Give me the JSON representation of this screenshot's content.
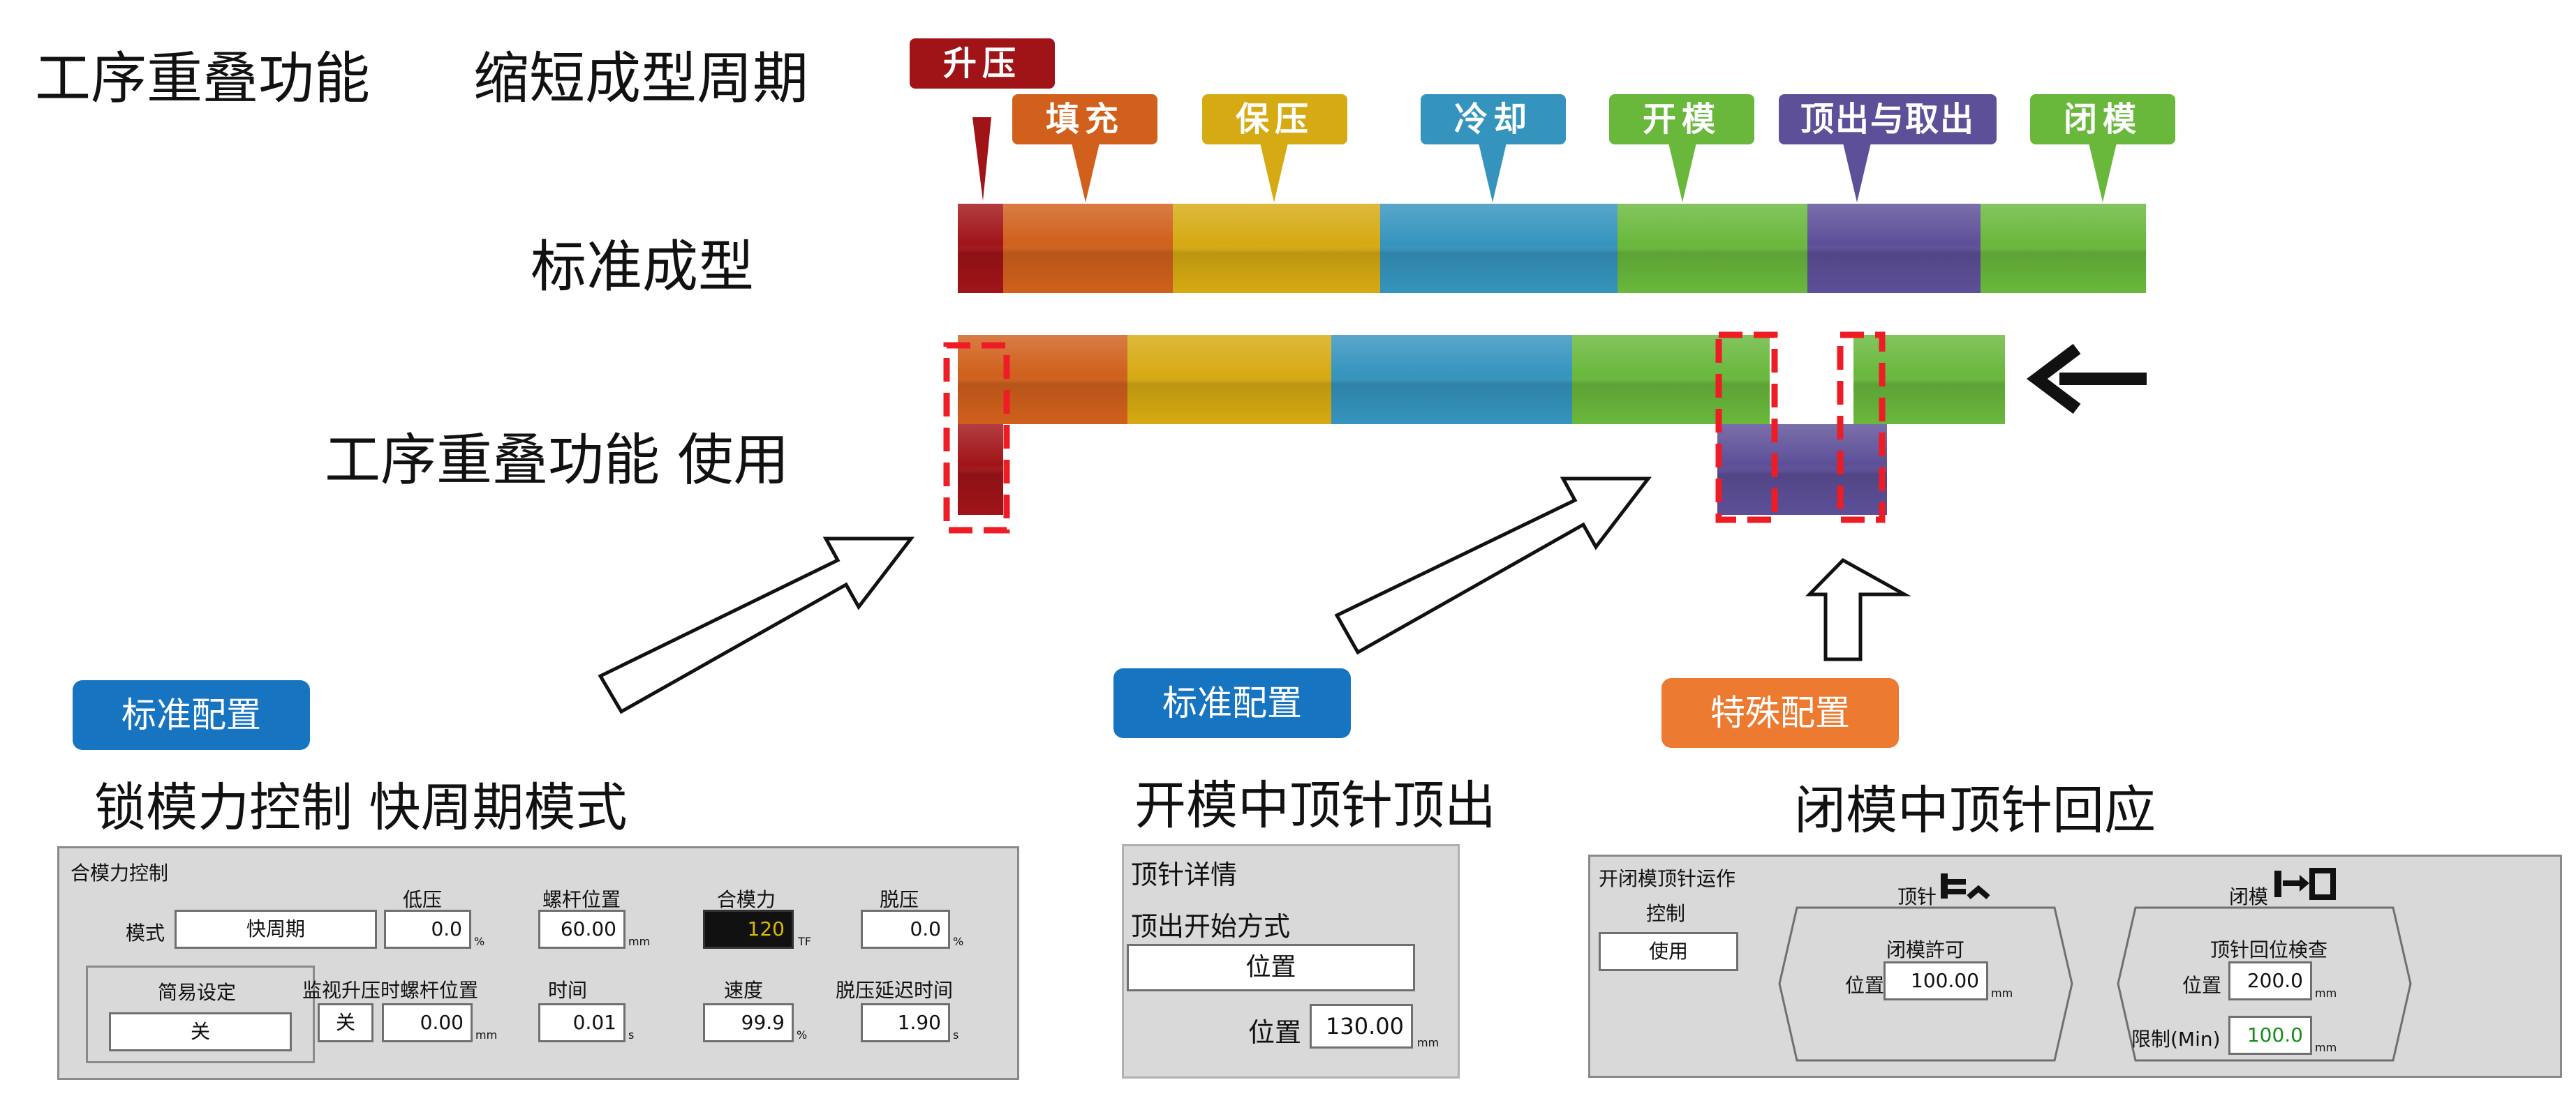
{
  "header": {
    "title_left": "工序重叠功能",
    "title_right": "缩短成型周期"
  },
  "rows": {
    "standard_label": "标准成型",
    "overlap_label": "工序重叠功能  使用"
  },
  "phases": [
    {
      "label": "升压",
      "color": "#a01418"
    },
    {
      "label": "填充",
      "color": "#d0601c"
    },
    {
      "label": "保压",
      "color": "#d6aa12"
    },
    {
      "label": "冷却",
      "color": "#3594be"
    },
    {
      "label": "开模",
      "color": "#69b83c"
    },
    {
      "label": "顶出与取出",
      "color": "#5d4f98"
    },
    {
      "label": "闭模",
      "color": "#69b83c"
    }
  ],
  "sections": {
    "left": {
      "badge": "标准配置",
      "badge_color": "#1774c0",
      "title": "锁模力控制    快周期模式"
    },
    "middle": {
      "badge": "标准配置",
      "badge_color": "#1774c0",
      "title": "开模中顶针顶出"
    },
    "right": {
      "badge": "特殊配置",
      "badge_color": "#ec7a30",
      "title": "闭模中顶针回应"
    }
  },
  "panel_left": {
    "header": "合模力控制",
    "mode_label": "模式",
    "mode_value": "快周期",
    "col_low_pressure": "低压",
    "low_pressure_value": "0.0",
    "col_screw_pos": "螺杆位置",
    "screw_pos_value": "60.00",
    "col_clamp_force": "合模力",
    "clamp_force_value": "120",
    "col_release": "脱压",
    "release_value": "0.0",
    "simple_setting_label": "简易设定",
    "simple_setting_value": "关",
    "monitor_label": "监视升压时螺杆位置",
    "monitor_toggle": "关",
    "monitor_value": "0.00",
    "time_label": "时间",
    "time_value": "0.01",
    "speed_label": "速度",
    "speed_value": "99.9",
    "release_delay_label": "脱压延迟时间",
    "release_delay_value": "1.90",
    "units": {
      "pct": "%",
      "mm": "mm",
      "tf": "TF",
      "s": "s"
    }
  },
  "panel_middle": {
    "header": "顶针详情",
    "start_mode_label": "顶出开始方式",
    "start_mode_value": "位置",
    "position_label": "位置",
    "position_value": "130.00",
    "unit": "mm"
  },
  "panel_right": {
    "header": "开闭模顶针运作",
    "control_label": "控制",
    "control_value": "使用",
    "ejector_label": "顶针",
    "clamp_label": "闭模",
    "permit_title": "闭模許可",
    "permit_pos_label": "位置",
    "permit_pos_value": "100.00",
    "check_title": "顶针回位検查",
    "check_pos_label": "位置",
    "check_pos_value": "200.0",
    "limit_label": "限制(Min)",
    "limit_value": "100.0",
    "unit": "mm"
  }
}
